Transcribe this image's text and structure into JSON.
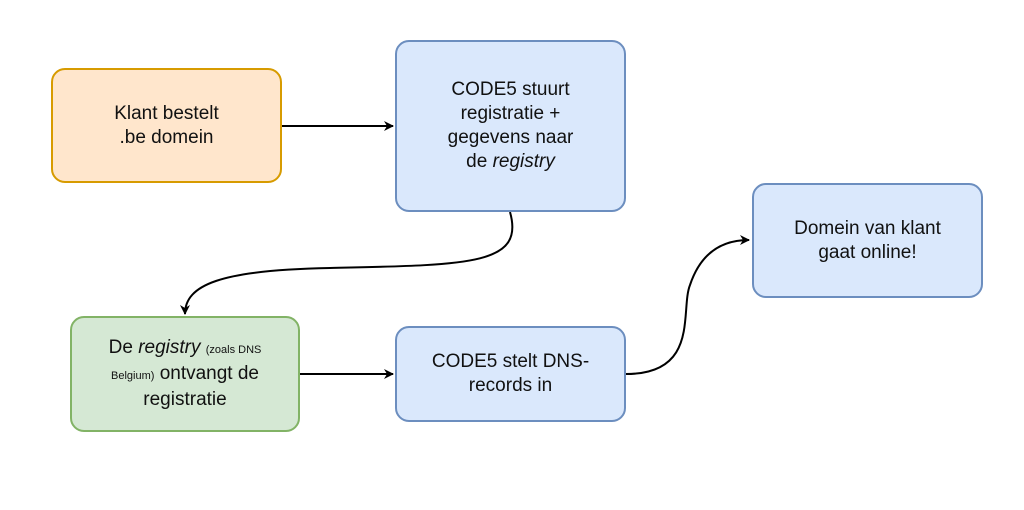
{
  "nodes": {
    "order": {
      "line1": "Klant bestelt",
      "line2": ".be domein"
    },
    "send": {
      "line1": "CODE5 stuurt",
      "line2": "registratie +",
      "line3": "gegevens naar",
      "line4_prefix": "de ",
      "line4_em": "registry"
    },
    "registry": {
      "prefix": "De ",
      "em": "registry",
      "small1": "(zoals DNS",
      "small2": "Belgium)",
      "line2_rest": "ontvangt de",
      "line3": "registratie"
    },
    "dns": {
      "line1": "CODE5 stelt DNS-",
      "line2": "records in"
    },
    "online": {
      "line1": "Domein van klant",
      "line2": "gaat online!"
    }
  },
  "colors": {
    "orange_fill": "#ffe6cc",
    "orange_stroke": "#d79b00",
    "blue_fill": "#dae8fc",
    "blue_stroke": "#6c8ebf",
    "green_fill": "#d5e8d4",
    "green_stroke": "#82b366",
    "edge": "#000000"
  },
  "edges": [
    {
      "from": "order",
      "to": "send"
    },
    {
      "from": "send",
      "to": "registry"
    },
    {
      "from": "registry",
      "to": "dns"
    },
    {
      "from": "dns",
      "to": "online"
    }
  ]
}
